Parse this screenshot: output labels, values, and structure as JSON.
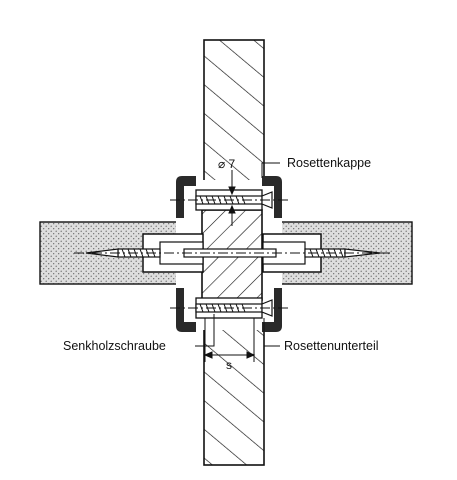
{
  "labels": {
    "cap": "Rosettenkappe",
    "base": "Rosettenunterteil",
    "screw": "Senkholzschraube",
    "diameter": "⌀ 7",
    "spacing": "s"
  },
  "colors": {
    "ink": "#111111",
    "paper": "#ffffff",
    "panel_fill": "#dedede",
    "panel_dots": "#555555",
    "rosette_dark": "#2a2a2a"
  }
}
